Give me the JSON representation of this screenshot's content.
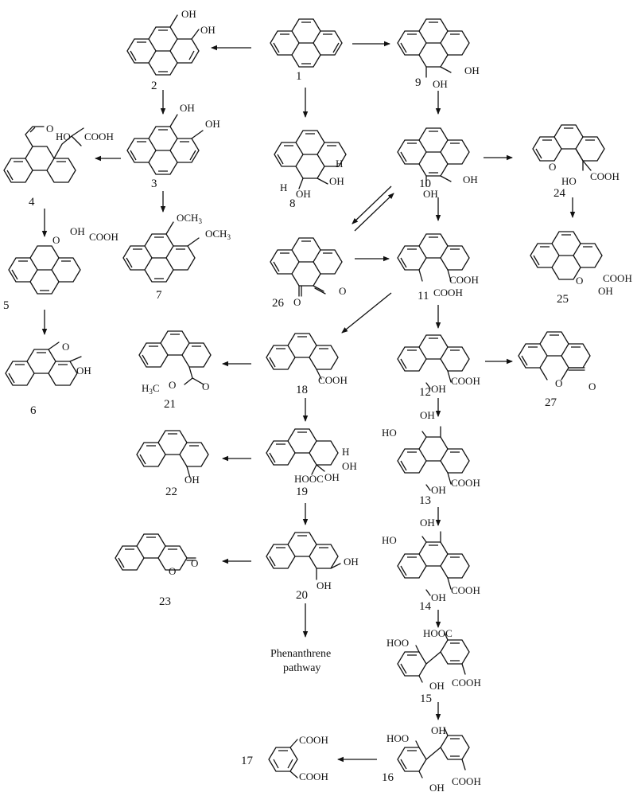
{
  "compounds": [
    {
      "id": "1",
      "label": "1"
    },
    {
      "id": "2",
      "label": "2"
    },
    {
      "id": "3",
      "label": "3"
    },
    {
      "id": "4",
      "label": "4"
    },
    {
      "id": "5",
      "label": "5"
    },
    {
      "id": "6",
      "label": "6"
    },
    {
      "id": "7",
      "label": "7"
    },
    {
      "id": "8",
      "label": "8"
    },
    {
      "id": "9",
      "label": "9"
    },
    {
      "id": "10",
      "label": "10"
    },
    {
      "id": "11",
      "label": "11"
    },
    {
      "id": "12",
      "label": "12"
    },
    {
      "id": "13",
      "label": "13"
    },
    {
      "id": "14",
      "label": "14"
    },
    {
      "id": "15",
      "label": "15"
    },
    {
      "id": "16",
      "label": "16"
    },
    {
      "id": "17",
      "label": "17"
    },
    {
      "id": "18",
      "label": "18"
    },
    {
      "id": "19",
      "label": "19"
    },
    {
      "id": "20",
      "label": "20"
    },
    {
      "id": "21",
      "label": "21"
    },
    {
      "id": "22",
      "label": "22"
    },
    {
      "id": "23",
      "label": "23"
    },
    {
      "id": "24",
      "label": "24"
    },
    {
      "id": "25",
      "label": "25"
    },
    {
      "id": "26",
      "label": "26"
    },
    {
      "id": "27",
      "label": "27"
    }
  ],
  "groups": {
    "oh": "OH",
    "ho": "HO",
    "cooh": "COOH",
    "hooc": "HOOC",
    "hoo": "HOO",
    "ho_cooh": "HO  COOH",
    "och3": "OCH",
    "three": "3",
    "o": "O",
    "h": "H",
    "h3c": "H",
    "c": "C"
  },
  "pathway": {
    "line1": "Phenanthrene",
    "line2": "pathway"
  }
}
